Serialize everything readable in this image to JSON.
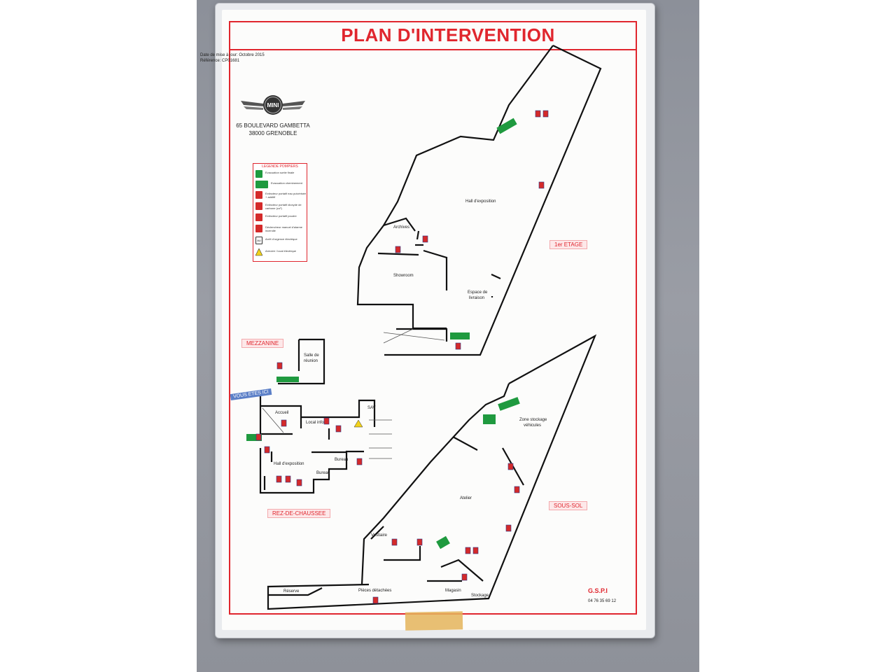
{
  "sign": {
    "title": "PLAN D'INTERVENTION",
    "date_line": "Date de mise à jour: Octobre 2015",
    "reference_line": "Référence: CP01681",
    "brand": "MINI",
    "address_line1": "65 BOULEVARD GAMBETTA",
    "address_line2": "38000 GRENOBLE"
  },
  "legend": {
    "title": "LEGENDE POMPIERS",
    "items": [
      {
        "icon": "exit-icon",
        "color": "#1f9a3f",
        "label": "Evacuation sortie finale"
      },
      {
        "icon": "arrow-right-icon",
        "color": "#1f9a3f",
        "label": "Evacuation cheminement"
      },
      {
        "icon": "extinguisher-icon",
        "color": "#d42a2a",
        "label": "Extincteur portatif eau pulvérisée + additif"
      },
      {
        "icon": "extinguisher-icon",
        "color": "#d42a2a",
        "label": "Extincteur portatif dioxyde de carbone (co²)"
      },
      {
        "icon": "extinguisher-icon",
        "color": "#d42a2a",
        "label": "Extincteur portatif poudre"
      },
      {
        "icon": "alarm-icon",
        "color": "#d42a2a",
        "label": "Déclencheur manuel d'alarme incendie"
      },
      {
        "icon": "au-icon",
        "color": "#ffffff",
        "label": "Arrêt d'urgence électrique"
      },
      {
        "icon": "warning-icon",
        "color": "#f2d21b",
        "label": "Armoire / local électrique"
      }
    ]
  },
  "levels": {
    "first": "1er ETAGE",
    "mezzanine": "MEZZANINE",
    "ground": "REZ-DE-CHAUSSEE",
    "basement": "SOUS-SOL"
  },
  "you_are_here": "VOUS ETES ICI",
  "rooms": {
    "hall_expo_1": "Hall d'exposition",
    "archives": "Archives",
    "showroom": "Showroom",
    "espace_livraison_1": "Espace de",
    "espace_livraison_2": "livraison",
    "salle_reunion_1": "Salle de",
    "salle_reunion_2": "réunion",
    "accueil": "Accueil",
    "local_info": "Local info",
    "sav": "SAV",
    "bureau_1": "Bureau",
    "bureau_2": "Bureau",
    "hall_expo_rdc": "Hall d'exposition",
    "zone_stockage_1": "Zone stockage",
    "zone_stockage_2": "véhicules",
    "atelier": "Atelier",
    "vestiaire": "Vestiaire",
    "reserve": "Réserve",
    "pieces": "Pièces détachées",
    "magasin": "Magasin",
    "stockage": "Stockage"
  },
  "company": {
    "name": "G.S.P.I",
    "phone": "04 76 35 69 12"
  },
  "colors": {
    "accent_red": "#e0262e",
    "exit_green": "#1f9a3f",
    "marker_blue": "#5b7fc7"
  }
}
